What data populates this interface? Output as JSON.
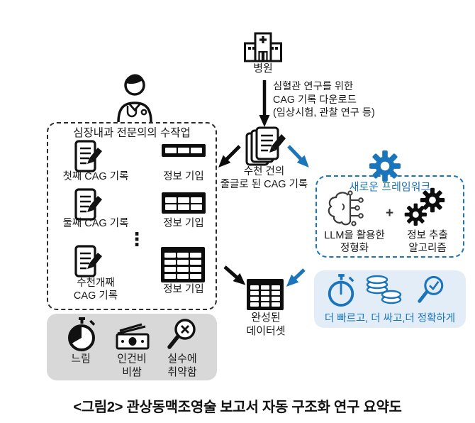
{
  "colors": {
    "accent_blue": "#1b75bc",
    "light_blue_bg": "#e3edf7",
    "gray_bg": "#d8d8d8",
    "black": "#0d0d0d"
  },
  "hospital": {
    "label": "병원",
    "icon": "hospital-icon",
    "download_note": "심혈관 연구를 위한\nCAG 기록 다운로드\n(임상시험, 관찰 연구 등)"
  },
  "records_stack": {
    "icon": "document-stack-icon",
    "label": "수천 건의\n줄글로 된 CAG 기록"
  },
  "manual_box": {
    "person_icon": "doctor-icon",
    "title": "심장내과 전문의의 수작업",
    "rows": [
      {
        "record": "첫째 CAG 기록",
        "entry": "정보 기입"
      },
      {
        "record": "둘째 CAG 기록",
        "entry": "정보 기입"
      },
      {
        "record": "수천개째\nCAG 기록",
        "entry": "정보 기입"
      }
    ],
    "ellipsis": "⋮"
  },
  "cons_box": {
    "items": [
      {
        "icon": "stopwatch-icon",
        "label": "느림"
      },
      {
        "icon": "money-icon",
        "label": "인건비\n비쌈"
      },
      {
        "icon": "magnifier-error-icon",
        "label": "실수에\n취약함"
      }
    ]
  },
  "framework_box": {
    "gear_icon": "gear-icon",
    "title": "새로운 프레임워크",
    "llm_icon": "brain-circuit-icon",
    "plus": "+",
    "gears_icon": "gears-icon",
    "llm_label": "LLM을 활용한\n정형화",
    "algo_label": "정보 추출\n알고리즘"
  },
  "benefits_box": {
    "icons": [
      "stopwatch-icon",
      "coins-icon",
      "magnifier-check-icon"
    ],
    "label": "더 빠르고, 더 싸고,더 정확하게"
  },
  "dataset": {
    "icon": "table-icon",
    "label": "완성된\n데이터셋"
  },
  "caption": "<그림2> 관상동맥조영술 보고서 자동 구조화 연구 요약도"
}
